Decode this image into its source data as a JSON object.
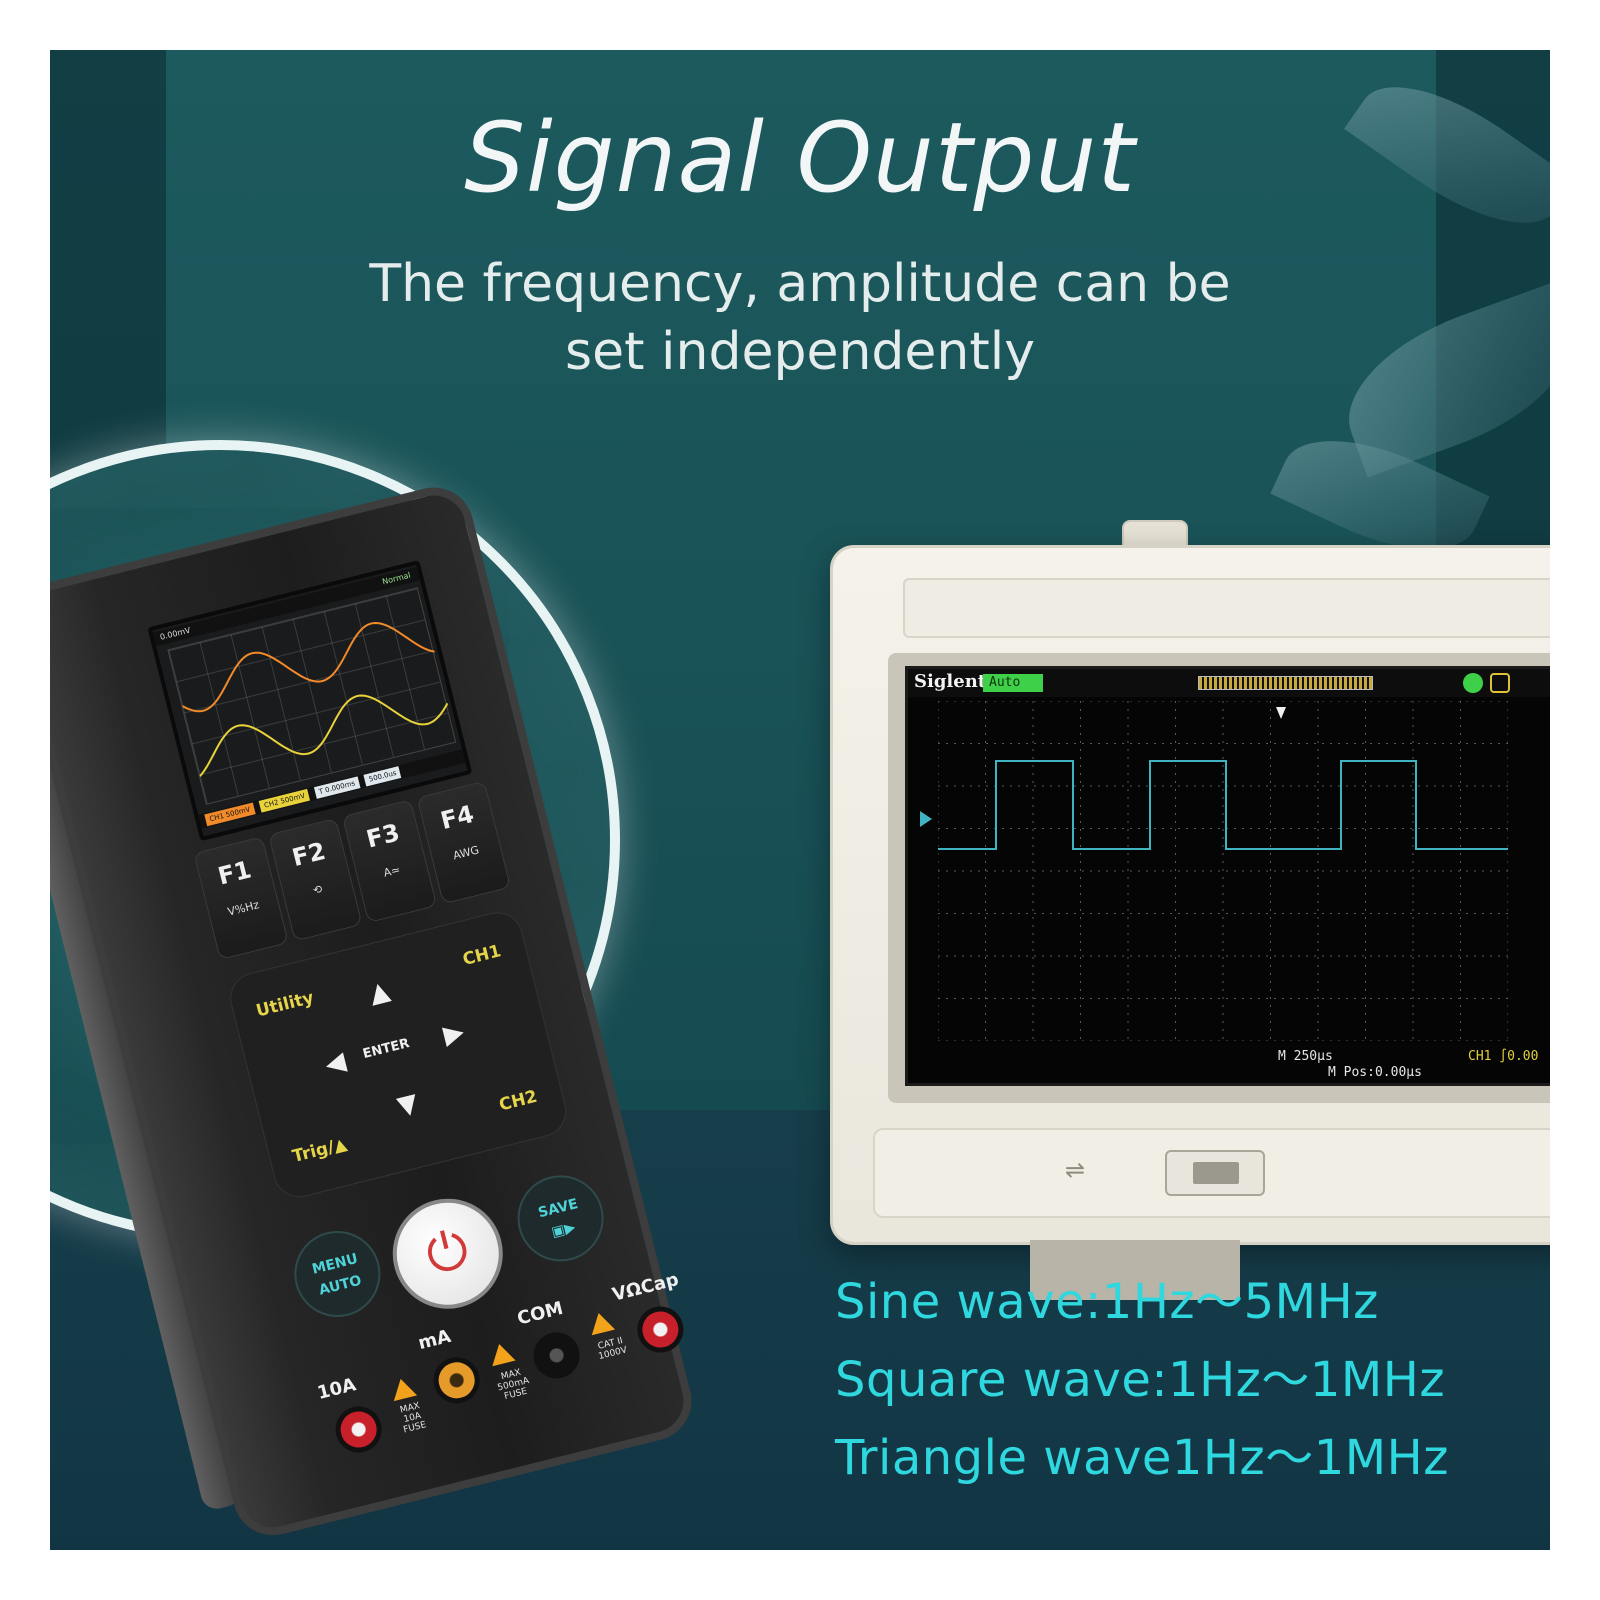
{
  "headline": {
    "title": "Signal Output",
    "subtitle_line1": "The frequency, amplitude can be",
    "subtitle_line2": "set independently"
  },
  "specs": [
    "Sine wave:1Hz～5MHz",
    "Square wave:1Hz～1MHz",
    "Triangle wave1Hz～1MHz"
  ],
  "handheld": {
    "screen": {
      "top_left": "0.00mV",
      "mode": "Normal",
      "ch1": "CH1 500mV",
      "ch2": "CH2 500mV",
      "time": "T 0.000ms",
      "timebase": "500.0us"
    },
    "fkeys": [
      {
        "label": "F1",
        "sub": "V%Hz"
      },
      {
        "label": "F2",
        "sub": "⟲"
      },
      {
        "label": "F3",
        "sub": "A≃"
      },
      {
        "label": "F4",
        "sub": "AWG"
      }
    ],
    "nav": {
      "utility": "Utility",
      "ch1": "CH1",
      "trig": "Trig/▲",
      "ch2": "CH2",
      "enter": "ENTER"
    },
    "menu": "MENU",
    "auto": "AUTO",
    "save": "SAVE",
    "jacks": {
      "a10": "10A",
      "ma": "mA",
      "com": "COM",
      "vcap": "VΩCap",
      "fuse1": "MAX 10A FUSE",
      "fuse2": "MAX 500mA FUSE",
      "cat": "CAT II 1000V"
    }
  },
  "scope": {
    "brand": "Siglent",
    "mode": "Auto",
    "timebase": "M 250μs",
    "position": "M Pos:0.00μs",
    "ch1": "CH1 ∫0.00",
    "trace_color": "#3fb4c0",
    "screen_color": "#050505"
  }
}
